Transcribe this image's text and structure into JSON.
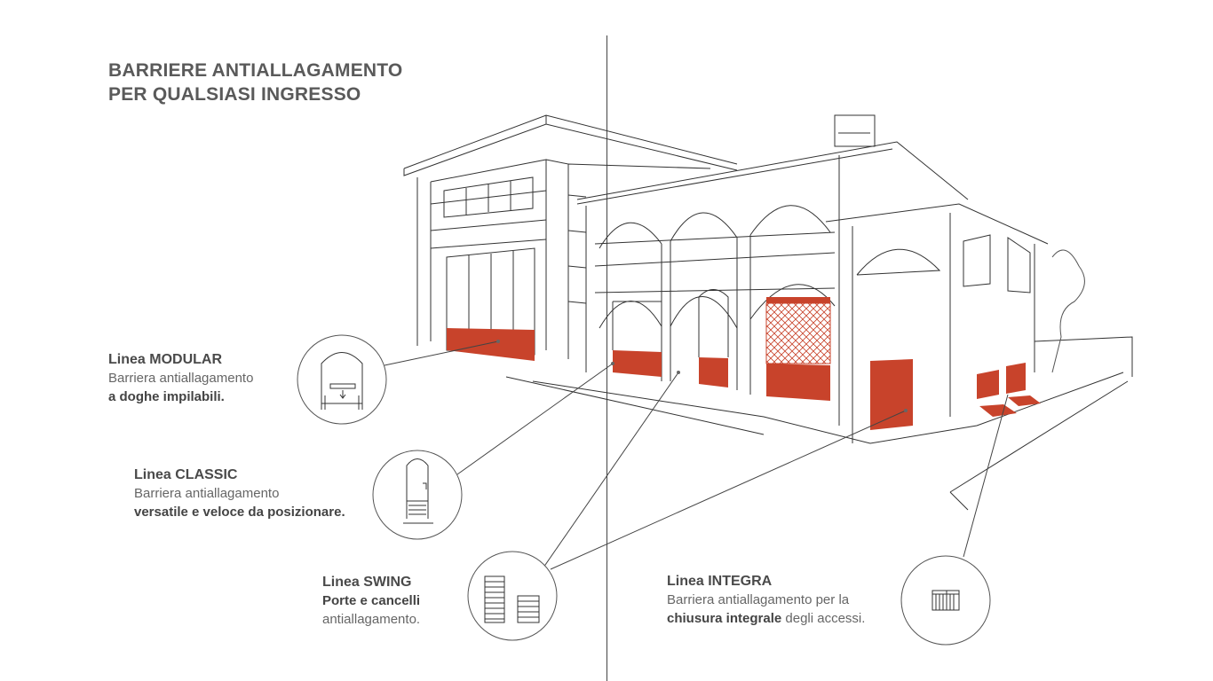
{
  "title": {
    "line1": "BARRIERE ANTIALLAGAMENTO",
    "line2": "PER QUALSIASI INGRESSO"
  },
  "colors": {
    "barrier_red": "#c8432b",
    "text": "#555555",
    "line": "#333333"
  },
  "products": [
    {
      "name": "Linea MODULAR",
      "line1": "Barriera antiallagamento",
      "line2_bold": "a doghe impilabili.",
      "icon": "modular-barrier-icon"
    },
    {
      "name": "Linea CLASSIC",
      "line1": "Barriera antiallagamento",
      "line2_bold": "versatile e veloce da posizionare.",
      "icon": "classic-barrier-icon"
    },
    {
      "name": "Linea SWING",
      "line1_bold": "Porte e cancelli",
      "line2": "antiallagamento.",
      "icon": "swing-gate-icon"
    },
    {
      "name": "Linea INTEGRA",
      "line1": "Barriera antiallagamento per la",
      "line2_bold": "chiusura integrale",
      "line2_rest": " degli accessi.",
      "icon": "integra-barrier-icon"
    }
  ]
}
